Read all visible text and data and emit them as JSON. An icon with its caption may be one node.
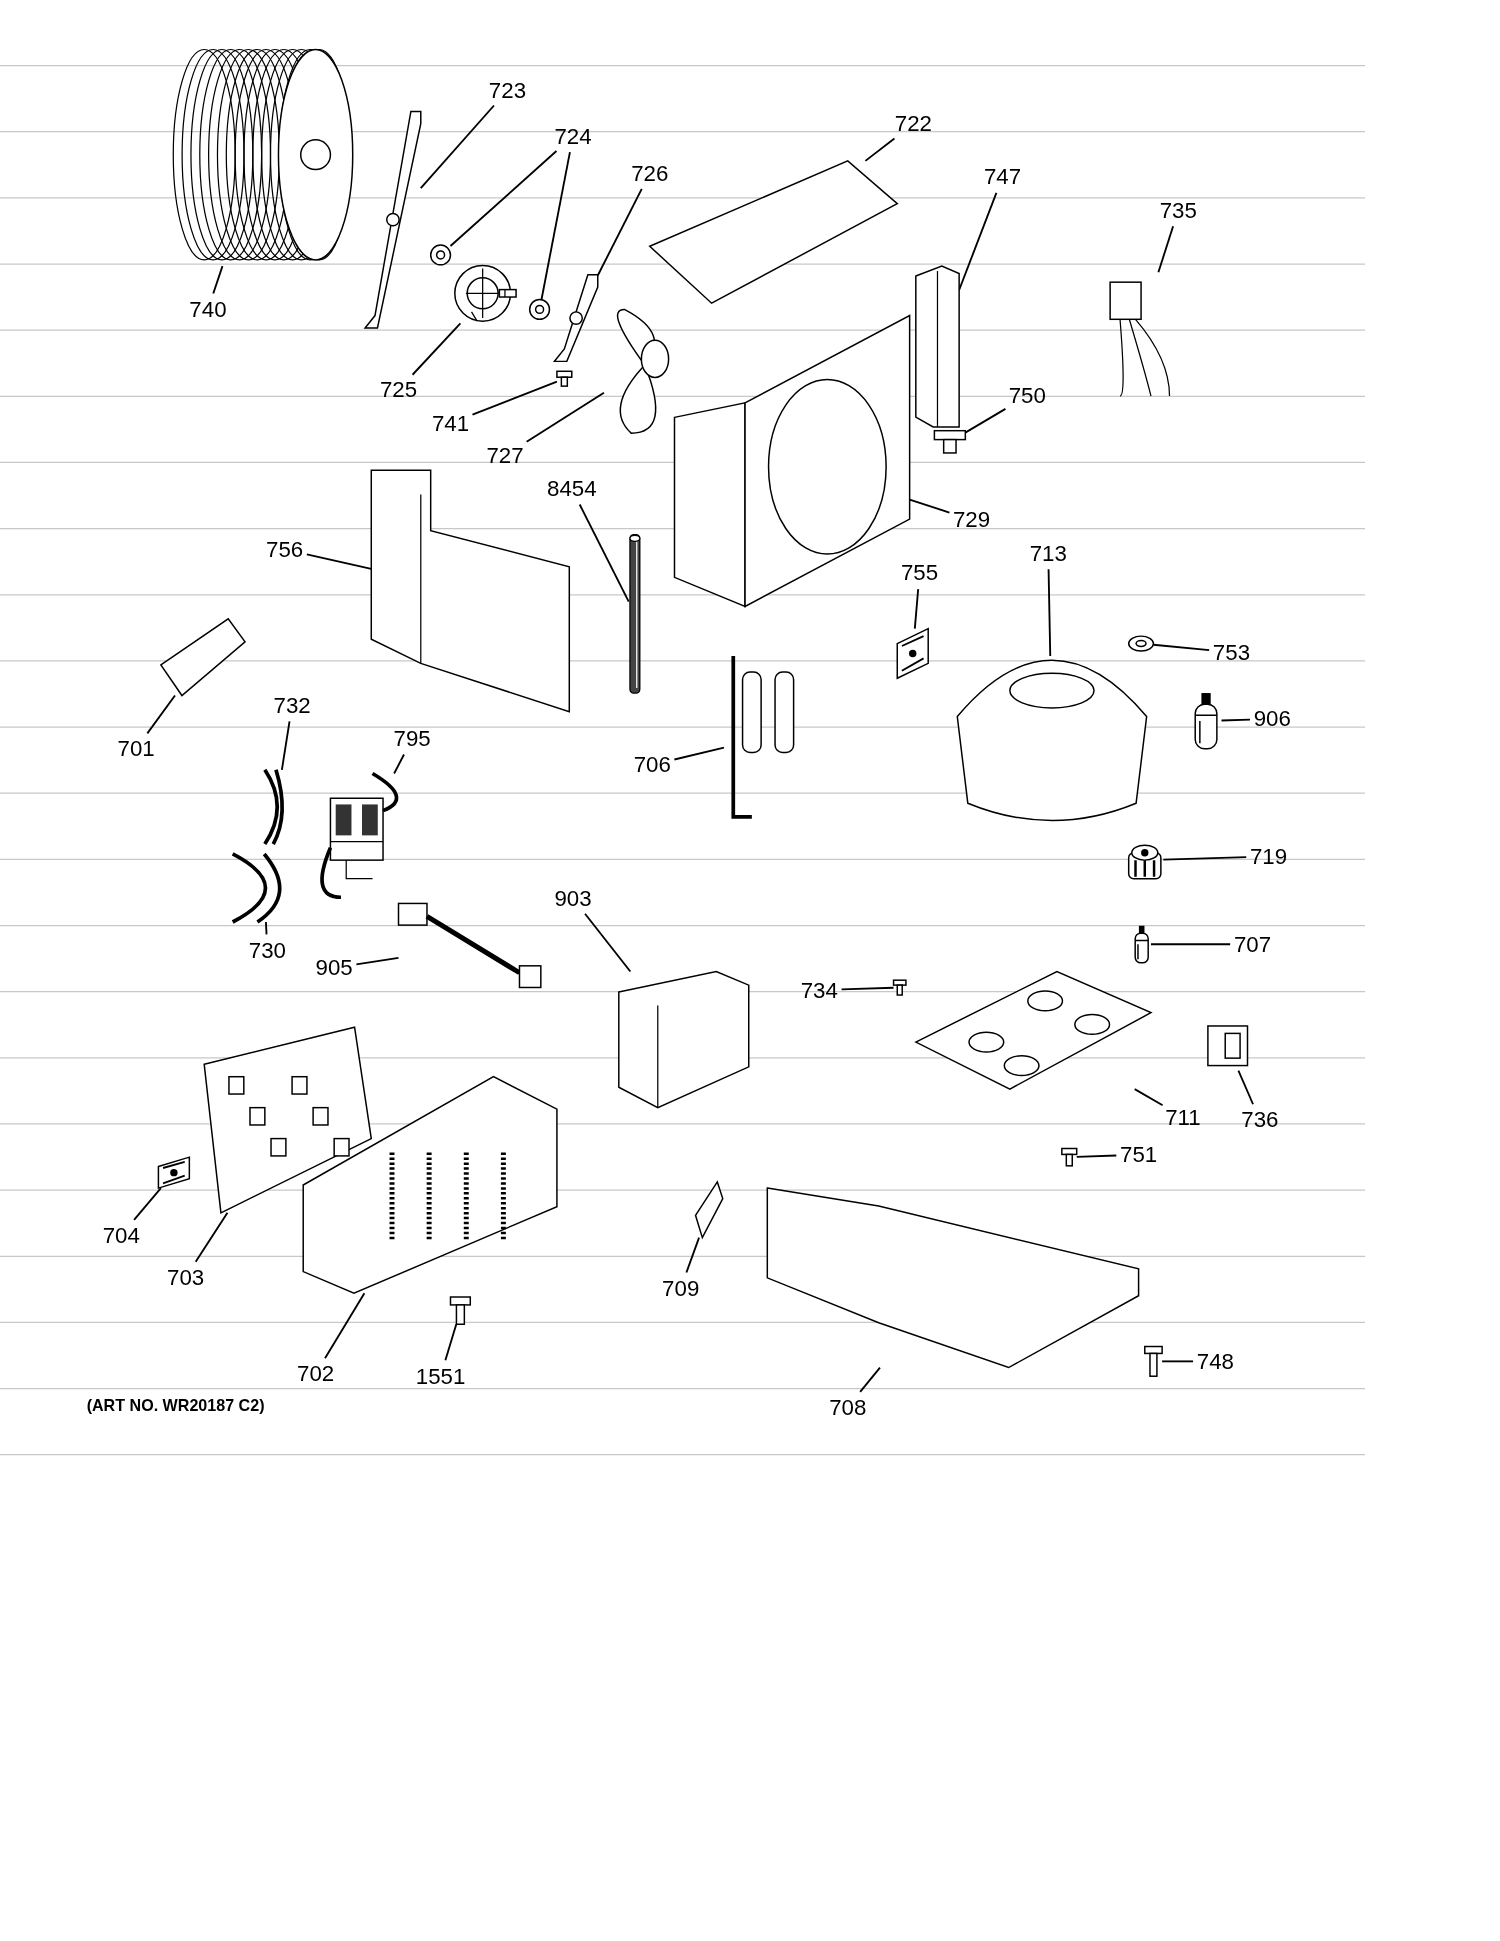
{
  "diagram": {
    "nodes": [
      {
        "text": [
          "740"
        ]
      },
      {
        "text": [],
        "shape": "picture"
      },
      {
        "text": [
          "723"
        ]
      },
      {
        "text": [],
        "shape": "picture"
      },
      {
        "text": [
          "724"
        ]
      },
      {
        "text": [],
        "shape": "picture"
      },
      {
        "text": [],
        "shape": "picture"
      },
      {
        "text": [
          "726"
        ]
      },
      {
        "text": [],
        "shape": "picture"
      },
      {
        "text": [
          "725"
        ]
      },
      {
        "text": [],
        "shape": "picture"
      },
      {
        "text": [
          "741"
        ]
      },
      {
        "text": [],
        "shape": "picture"
      },
      {
        "text": [
          "727"
        ]
      },
      {
        "text": [],
        "shape": "picture"
      },
      {
        "text": [
          "722"
        ]
      },
      {
        "text": [],
        "shape": "picture"
      },
      {
        "text": [
          "747"
        ]
      },
      {
        "text": [],
        "shape": "picture"
      },
      {
        "text": [
          "735"
        ]
      },
      {
        "text": [],
        "shape": "picture"
      },
      {
        "text": [
          "750"
        ]
      },
      {
        "text": [],
        "shape": "picture"
      },
      {
        "text": [
          "729"
        ]
      },
      {
        "text": [],
        "shape": "picture"
      },
      {
        "text": [
          "8454"
        ]
      },
      {
        "text": [],
        "shape": "picture"
      },
      {
        "text": [
          "756"
        ]
      },
      {
        "text": [],
        "shape": "picture"
      },
      {
        "text": [
          "755"
        ]
      },
      {
        "text": [],
        "shape": "picture"
      },
      {
        "text": [
          "713"
        ]
      },
      {
        "text": [],
        "shape": "picture"
      },
      {
        "text": [
          "753"
        ]
      },
      {
        "text": [],
        "shape": "picture"
      },
      {
        "text": [
          "906"
        ]
      },
      {
        "text": [],
        "shape": "picture"
      },
      {
        "text": [
          "701"
        ]
      },
      {
        "text": [],
        "shape": "picture"
      },
      {
        "text": [
          "732"
        ]
      },
      {
        "text": [],
        "shape": "picture"
      },
      {
        "text": [
          "795"
        ]
      },
      {
        "text": [],
        "shape": "picture"
      },
      {
        "text": [
          "730"
        ]
      },
      {
        "text": [],
        "shape": "picture"
      },
      {
        "text": [
          "706"
        ]
      },
      {
        "text": [],
        "shape": "picture"
      },
      {
        "text": [
          "719"
        ]
      },
      {
        "text": [],
        "shape": "picture"
      },
      {
        "text": [
          "905"
        ]
      },
      {
        "text": [],
        "shape": "picture"
      },
      {
        "text": [
          "903"
        ]
      },
      {
        "text": [],
        "shape": "picture"
      },
      {
        "text": [
          "707"
        ]
      },
      {
        "text": [],
        "shape": "picture"
      },
      {
        "text": [
          "734"
        ]
      },
      {
        "text": [],
        "shape": "picture"
      },
      {
        "text": [
          "711"
        ]
      },
      {
        "text": [],
        "shape": "picture"
      },
      {
        "text": [
          "736"
        ]
      },
      {
        "text": [],
        "shape": "picture"
      },
      {
        "text": [
          "751"
        ]
      },
      {
        "text": [],
        "shape": "picture"
      },
      {
        "text": [
          "704"
        ]
      },
      {
        "text": [],
        "shape": "picture"
      },
      {
        "text": [
          "703"
        ]
      },
      {
        "text": [],
        "shape": "picture"
      },
      {
        "text": [
          "702"
        ]
      },
      {
        "text": [],
        "shape": "picture"
      },
      {
        "text": [
          "1551"
        ]
      },
      {
        "text": [],
        "shape": "picture"
      },
      {
        "text": [
          "709"
        ]
      },
      {
        "text": [],
        "shape": "picture"
      },
      {
        "text": [
          "708"
        ]
      },
      {
        "text": [],
        "shape": "picture"
      },
      {
        "text": [
          "748"
        ]
      },
      {
        "text": [],
        "shape": "picture"
      }
    ],
    "edges": [
      {
        "from": 0,
        "to": 1,
        "arrow": "none"
      },
      {
        "from": 2,
        "to": 3,
        "arrow": "none"
      },
      {
        "from": 4,
        "to": 5,
        "arrow": "none"
      },
      {
        "from": 4,
        "to": 6,
        "arrow": "none"
      },
      {
        "from": 7,
        "to": 8,
        "arrow": "none"
      },
      {
        "from": 9,
        "to": 10,
        "arrow": "none"
      },
      {
        "from": 11,
        "to": 12,
        "arrow": "none"
      },
      {
        "from": 13,
        "to": 14,
        "arrow": "none"
      },
      {
        "from": 15,
        "to": 16,
        "arrow": "none"
      },
      {
        "from": 17,
        "to": 18,
        "arrow": "none"
      },
      {
        "from": 19,
        "to": 20,
        "arrow": "none"
      },
      {
        "from": 21,
        "to": 22,
        "arrow": "none"
      },
      {
        "from": 23,
        "to": 24,
        "arrow": "none"
      },
      {
        "from": 25,
        "to": 26,
        "arrow": "none"
      },
      {
        "from": 27,
        "to": 28,
        "arrow": "none"
      },
      {
        "from": 29,
        "to": 30,
        "arrow": "none"
      },
      {
        "from": 31,
        "to": 32,
        "arrow": "none"
      },
      {
        "from": 33,
        "to": 34,
        "arrow": "none"
      },
      {
        "from": 35,
        "to": 36,
        "arrow": "none"
      },
      {
        "from": 37,
        "to": 38,
        "arrow": "none"
      },
      {
        "from": 39,
        "to": 40,
        "arrow": "none"
      },
      {
        "from": 41,
        "to": 42,
        "arrow": "none"
      },
      {
        "from": 43,
        "to": 44,
        "arrow": "none"
      },
      {
        "from": 45,
        "to": 46,
        "arrow": "none"
      },
      {
        "from": 47,
        "to": 48,
        "arrow": "none"
      },
      {
        "from": 49,
        "to": 50,
        "arrow": "none"
      },
      {
        "from": 51,
        "to": 52,
        "arrow": "none"
      },
      {
        "from": 53,
        "to": 54,
        "arrow": "none"
      },
      {
        "from": 55,
        "to": 56,
        "arrow": "none"
      },
      {
        "from": 57,
        "to": 58,
        "arrow": "none"
      },
      {
        "from": 59,
        "to": 60,
        "arrow": "none"
      },
      {
        "from": 61,
        "to": 62,
        "arrow": "none"
      },
      {
        "from": 63,
        "to": 64,
        "arrow": "none"
      },
      {
        "from": 65,
        "to": 66,
        "arrow": "none"
      },
      {
        "from": 67,
        "to": 68,
        "arrow": "none"
      },
      {
        "from": 69,
        "to": 70,
        "arrow": "none"
      },
      {
        "from": 71,
        "to": 72,
        "arrow": "none"
      },
      {
        "from": 73,
        "to": 74,
        "arrow": "none"
      },
      {
        "from": 75,
        "to": 76,
        "arrow": "none"
      }
    ],
    "labels": [
      "(ART NO. WR20187 C2)"
    ]
  }
}
